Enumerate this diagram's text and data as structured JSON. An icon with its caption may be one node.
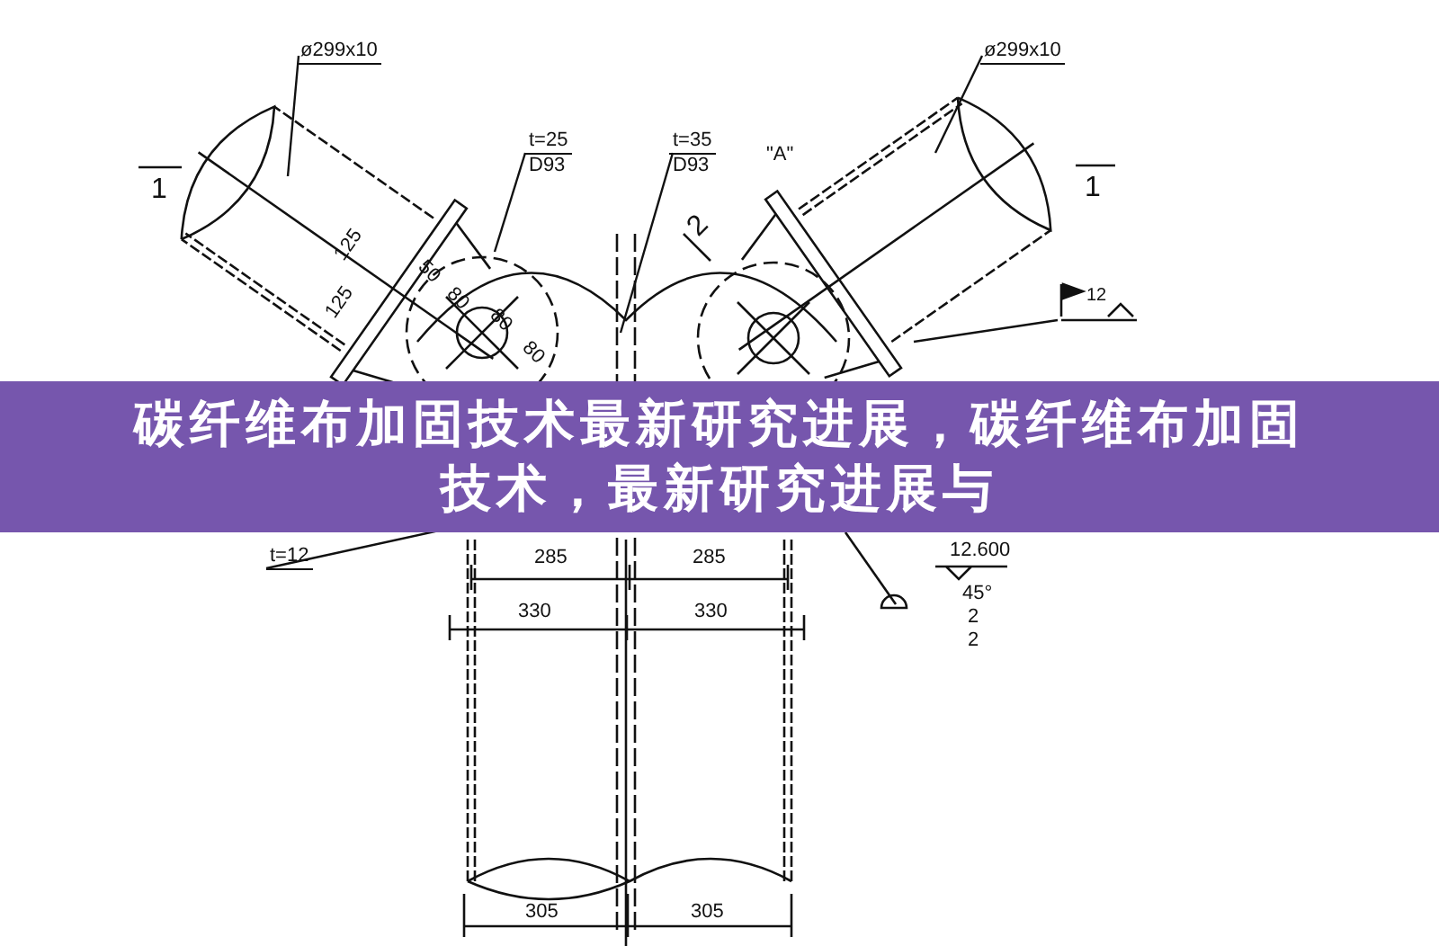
{
  "diagram": {
    "title": "碳纤维布加固技术最新研究进展，碳纤维布加固技术，最新研究进展与",
    "nodes": [
      {
        "text": [
          "ø299x10"
        ]
      },
      {
        "text": [
          "ø299x10"
        ]
      },
      {
        "text": [
          "t=25",
          "D93"
        ]
      },
      {
        "text": [
          "t=35",
          "D93"
        ]
      },
      {
        "text": [
          "12"
        ]
      },
      {
        "text": [
          "t=12"
        ]
      }
    ],
    "edges": [
      {
        "from": 0,
        "to": null,
        "arrow": "none"
      },
      {
        "from": 1,
        "to": null,
        "arrow": "none"
      },
      {
        "from": 2,
        "to": null,
        "arrow": "none"
      },
      {
        "from": 3,
        "to": null,
        "arrow": "none"
      },
      {
        "from": 4,
        "to": null,
        "arrow": "none"
      },
      {
        "from": 5,
        "to": null,
        "arrow": "none"
      }
    ],
    "labels": [
      "1",
      "1",
      "\"A\"",
      "2",
      "125",
      "125",
      "50",
      "80",
      "80",
      "80",
      "12.600",
      "45°",
      "2",
      "2",
      "285",
      "285",
      "330",
      "330",
      "305",
      "305"
    ]
  }
}
